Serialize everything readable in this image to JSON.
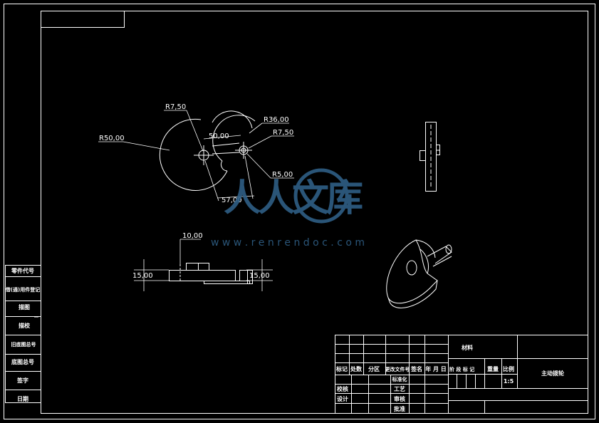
{
  "colors": {
    "background": "#000000",
    "lines": "#ffffff",
    "watermark": "#2f5f86"
  },
  "dimensions": {
    "r_left_hole": "R7,50",
    "r_outer": "R36,00",
    "r_right_hole": "R7,50",
    "r_big": "R50,00",
    "center_distance": "50,00",
    "r_small": "R5,00",
    "bottom_width": "57,00",
    "top_offset": "10,00",
    "left_height": "15,00",
    "right_height": "15,00"
  },
  "left_strip": [
    "零件代号",
    "借(通)用件登记",
    "描图",
    "描校",
    "旧底图总号",
    "底图总号",
    "签字",
    "日期"
  ],
  "title_block": {
    "material_label": "材料",
    "drawing_name": "主动拨轮",
    "header": {
      "mark": "标记",
      "count": "处数",
      "zone": "分区",
      "doc_no": "更改文件号",
      "sign": "签名",
      "date": "年 月 日"
    },
    "stage_label": "阶 段 标 记",
    "weight_label": "重量",
    "scale_label": "比例",
    "scale_value": "1:5",
    "rows": {
      "standardization": "标准化",
      "proofread": "校核",
      "process": "工艺",
      "design": "设计",
      "review": "审核",
      "approve": "批准"
    }
  },
  "watermark": {
    "logo_text": "人人文库",
    "url": "w w w . r e n r e n d o c . c o m"
  }
}
